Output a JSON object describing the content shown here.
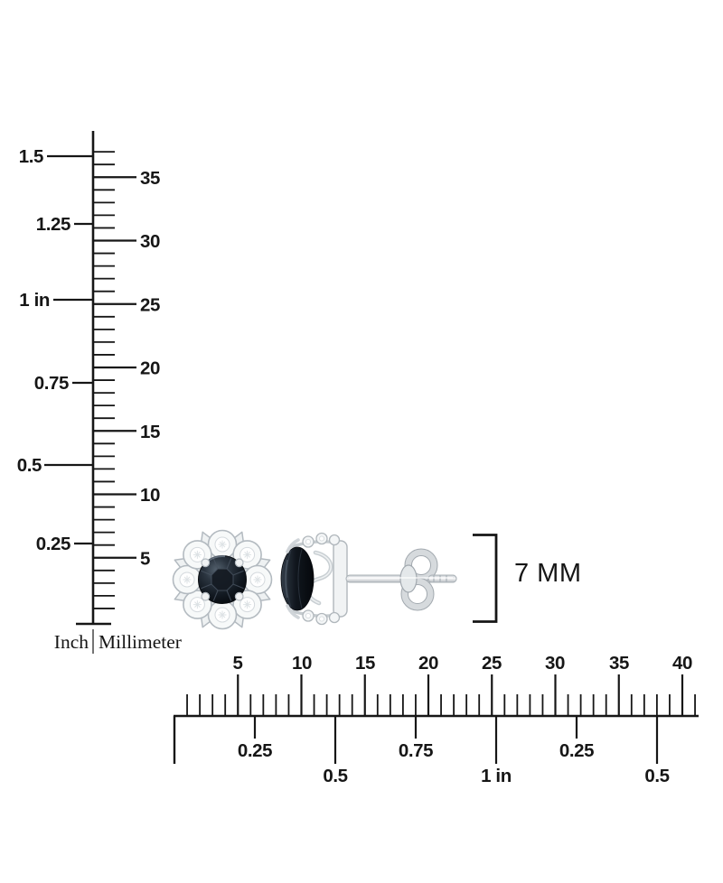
{
  "dimension_label": "7 MM",
  "vertical_ruler": {
    "unit_labels": {
      "left": "Inch",
      "right": "Millimeter"
    },
    "inch_labels": [
      "1.5",
      "1.25",
      "1 in",
      "0.75",
      "0.5",
      "0.25"
    ],
    "mm_labels": [
      "35",
      "30",
      "25",
      "20",
      "15",
      "10",
      "5"
    ]
  },
  "horizontal_ruler": {
    "mm_labels": [
      "5",
      "10",
      "15",
      "20",
      "25",
      "30",
      "35",
      "40"
    ],
    "inch_labels": [
      "0.25",
      "0.5",
      "0.75",
      "1 in",
      "0.25",
      "0.5"
    ]
  },
  "icons": {
    "earring_front": "halo-flower-stud-earring-front-icon",
    "earring_side": "stud-earring-profile-with-butterfly-back-icon"
  },
  "colors": {
    "ink": "#161616",
    "background": "#ffffff",
    "metal_light": "#f2f4f5",
    "metal_mid": "#c6ccd0",
    "metal_dark": "#a9b0b6",
    "stone_dark": "#0a0e13",
    "diamond_white": "#ffffff"
  }
}
